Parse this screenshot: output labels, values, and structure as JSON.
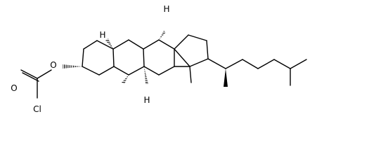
{
  "molecule": {
    "atom_labels": {
      "ester_oxygen": "O",
      "carbonyl_oxygen": "O",
      "chlorine": "Cl",
      "hydrogen_c5": "H",
      "hydrogen_c9": "H",
      "hydrogen_c14": "H"
    },
    "colors": {
      "bond": "#000000",
      "label": "#000000",
      "background": "#ffffff"
    }
  }
}
